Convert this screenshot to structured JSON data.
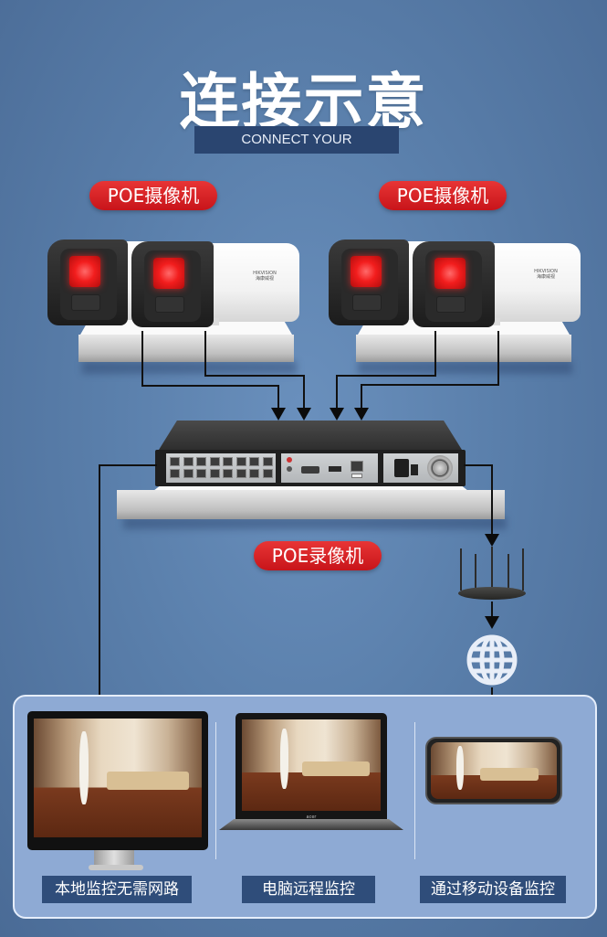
{
  "header": {
    "title": "连接示意",
    "subtitle": "CONNECT YOUR"
  },
  "labels": {
    "camera_group_left": "POE摄像机",
    "camera_group_right": "POE摄像机",
    "nvr": "POE录像机"
  },
  "camera_brand": {
    "line1": "HIKVISION",
    "line2": "海康威视"
  },
  "devices": [
    {
      "name": "monitor",
      "caption": "本地监控无需网路"
    },
    {
      "name": "laptop",
      "caption": "电脑远程监控",
      "brand": "acer"
    },
    {
      "name": "phone",
      "caption": "通过移动设备监控"
    }
  ],
  "icons": {
    "router": "router-icon",
    "globe": "globe-icon"
  },
  "colors": {
    "background": "#5a7fab",
    "pill_red": "#d41e24",
    "subtitle_bar": "#2a4570",
    "panel": "#8eaad4",
    "caption_bg": "#2f4d7a"
  }
}
